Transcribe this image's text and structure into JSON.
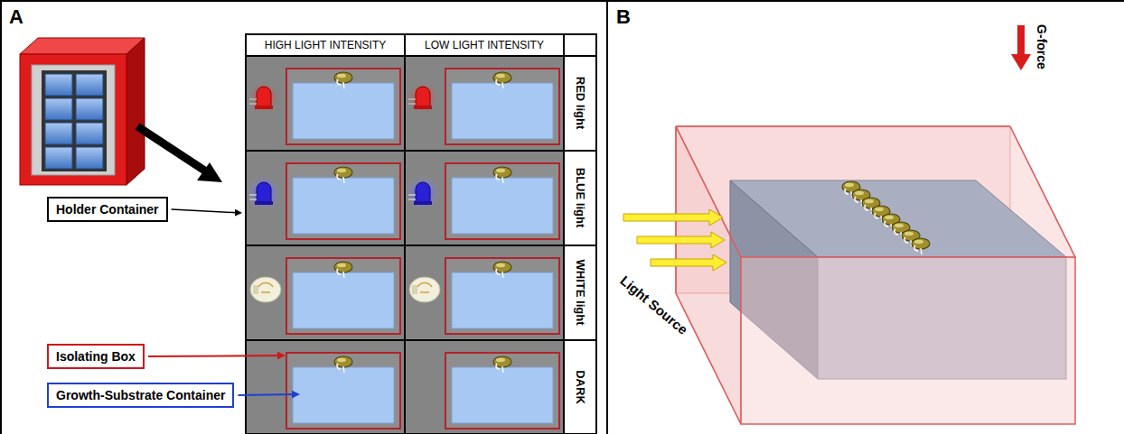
{
  "diagram": {
    "nodes": [
      {
        "text": [
          "HIGH LIGHT INTENSITY"
        ]
      },
      {
        "text": [
          "LOW LIGHT INTENSITY"
        ]
      },
      {
        "text": [
          "Holder Container"
        ]
      },
      {
        "text": [
          "Isolating Box"
        ]
      },
      {
        "text": [
          "Growth-Substrate Container"
        ]
      }
    ],
    "labels": [
      "A",
      "RED light",
      "BLUE light",
      "WHITE light",
      "DARK",
      "B",
      "G-force",
      "Light Source"
    ]
  }
}
